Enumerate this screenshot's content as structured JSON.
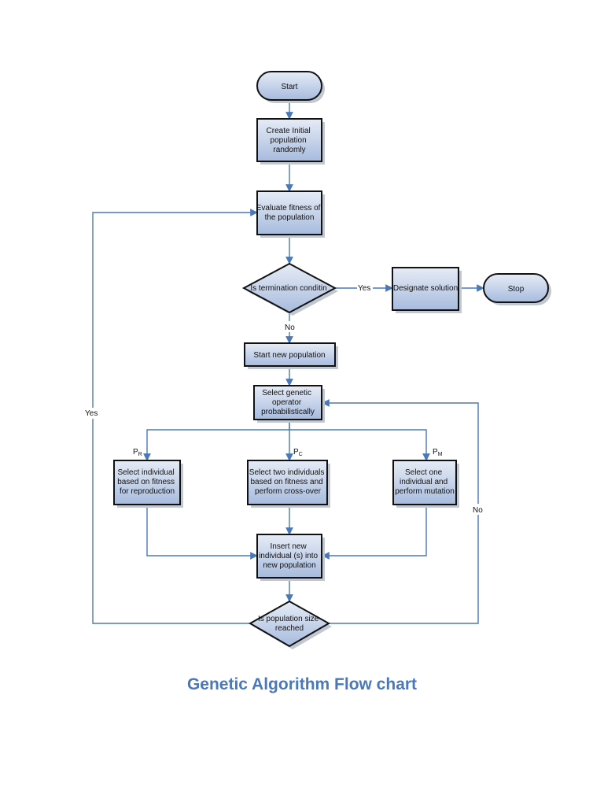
{
  "diagram": {
    "caption": "Genetic Algorithm Flow chart",
    "colors": {
      "box_fill_top": "#e6ecf6",
      "box_fill_bottom": "#a7bbde",
      "border": "#111111",
      "connector": "#4a78b8",
      "shadow": "#c2c8d2",
      "caption": "#4a78b8"
    },
    "nodes": {
      "start": "Start",
      "create": [
        "Create Initial",
        "population",
        "randomly"
      ],
      "evaluate": [
        "Evaluate fitness of",
        "the population"
      ],
      "termination": [
        "Is termination conditin"
      ],
      "designate": [
        "Designate solution"
      ],
      "stop": "Stop",
      "start_new": [
        "Start new population"
      ],
      "select_operator": [
        "Select genetic",
        "operator",
        "probabilistically"
      ],
      "reproduction": [
        "Select individual",
        "based on fitness",
        "for reproduction"
      ],
      "crossover": [
        "Select two individuals",
        "based on fitness and",
        "perform cross-over"
      ],
      "mutation": [
        "Select one",
        "individual and",
        "perform mutation"
      ],
      "insert": [
        "Insert new",
        "individual (s) into",
        "new population"
      ],
      "pop_size": [
        "Is population size",
        "reached"
      ]
    },
    "edge_labels": {
      "term_yes": "Yes",
      "term_no": "No",
      "pop_yes": "Yes",
      "pop_no": "No"
    },
    "probabilities": {
      "reproduction": {
        "main": "P",
        "sub": "R"
      },
      "crossover": {
        "main": "P",
        "sub": "C"
      },
      "mutation": {
        "main": "P",
        "sub": "M"
      }
    }
  }
}
